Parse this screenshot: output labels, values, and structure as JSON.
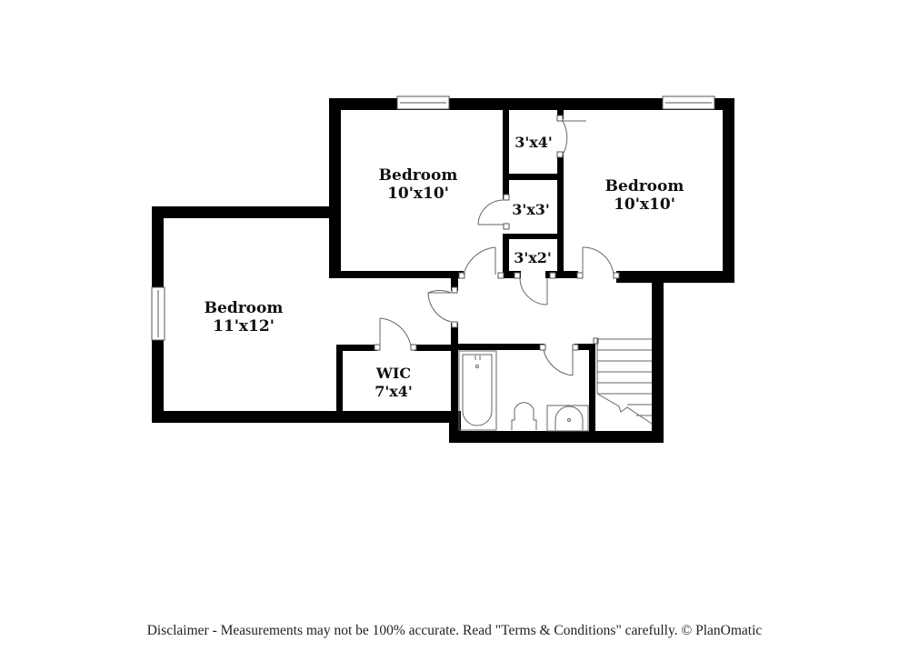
{
  "floor_plan": {
    "rooms": [
      {
        "name": "Bedroom",
        "dims": "10'x10'",
        "position": "upper-center"
      },
      {
        "name": "Bedroom",
        "dims": "10'x10'",
        "position": "upper-right"
      },
      {
        "name": "Bedroom",
        "dims": "11'x12'",
        "position": "left"
      },
      {
        "name": "",
        "dims": "3'x4'",
        "position": "closet-top"
      },
      {
        "name": "",
        "dims": "3'x3'",
        "position": "closet-middle"
      },
      {
        "name": "",
        "dims": "3'x2'",
        "position": "closet-bottom"
      },
      {
        "name": "WIC",
        "dims": "7'x4'",
        "position": "walk-in-closet"
      }
    ],
    "fixtures": [
      "bathtub",
      "toilet",
      "sink-vanity",
      "staircase"
    ],
    "colors": {
      "wall": "#000000",
      "background": "#ffffff",
      "line": "#555555"
    }
  },
  "footer": {
    "disclaimer": "Disclaimer - Measurements may not be 100% accurate. Read \"Terms & Conditions\" carefully. © PlanOmatic"
  }
}
